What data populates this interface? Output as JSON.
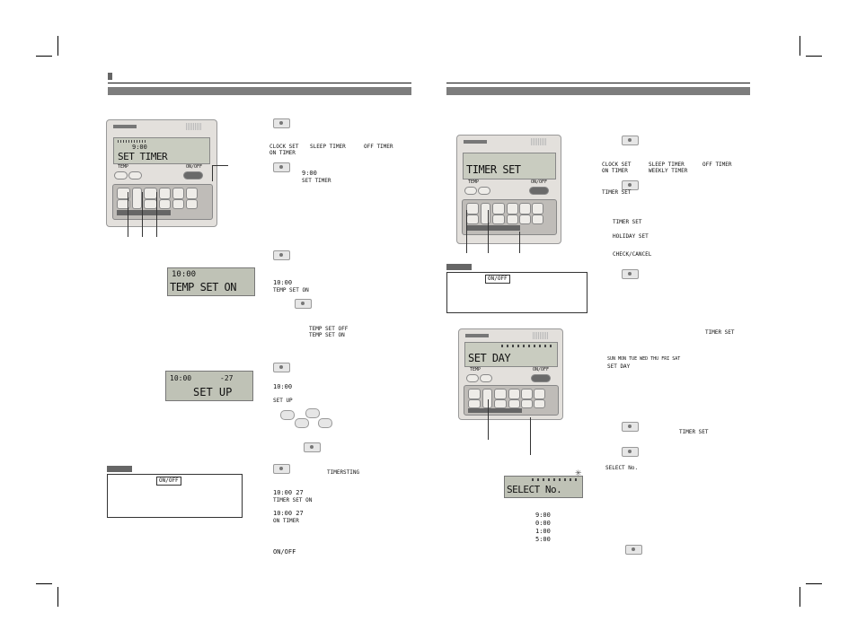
{
  "left_page": {
    "remote_lcd": {
      "time": "9:00",
      "message": "SET TIMER",
      "temp_label": "TEMP",
      "onoff_label": "ON/OFF"
    },
    "lcd_temp_set_on": {
      "time": "10:00",
      "message": "TEMP SET ON"
    },
    "lcd_set_up": {
      "time": "10:00",
      "temp": "-27",
      "message": "SET UP"
    },
    "step_labels": {
      "clock_set": "CLOCK SET",
      "sleep_timer": "SLEEP TIMER",
      "off_timer": "OFF TIMER",
      "on_timer": "ON TIMER",
      "time_900": "9:00",
      "set_timer": "SET TIMER",
      "time_1000_a": "10:00",
      "temp_set_on": "TEMP SET ON",
      "temp_set_off": "TEMP SET OFF",
      "temp_set_on_alt": "TEMP SET ON",
      "time_1000_b": "10:00",
      "set_up": "SET UP",
      "timer_sting": "TIMERSTING",
      "time_1000_27_a": "10:00 27",
      "timer_set_on": "TIMER SET ON",
      "time_1000_27_b": "10:00 27",
      "on_timer_2": "ON TIMER",
      "onoff_key": "ON/OFF"
    },
    "note_onoff": "ON/OFF"
  },
  "right_page": {
    "remote_lcd_1": {
      "message": "TIMER SET",
      "temp_label": "TEMP",
      "onoff_label": "ON/OFF"
    },
    "remote_lcd_2": {
      "message": "SET DAY",
      "temp_label": "TEMP",
      "onoff_label": "ON/OFF"
    },
    "lcd_select_no": {
      "message": "SELECT No."
    },
    "step_labels": {
      "clock_set": "CLOCK SET",
      "sleep_timer": "SLEEP TIMER",
      "off_timer": "OFF TIMER",
      "on_timer": "ON TIMER",
      "weekly_timer": "WEEKLY TIMER",
      "timer_set": "TIMER SET",
      "timer_set_b": "TIMER SET",
      "holiday_set": "HOLIDAY SET",
      "check_cancel": "CHECK/CANCEL",
      "timer_set_c": "TIMER SET",
      "days": "SUN  MON  TUE  WED  THU  FRI  SAT",
      "set_day": "SET DAY",
      "timer_set_d": "TIMER SET",
      "select_no": "SELECT No."
    },
    "times": [
      "9:00",
      "0:00",
      "1:00",
      "5:00"
    ],
    "note_onoff": "ON/OFF"
  }
}
